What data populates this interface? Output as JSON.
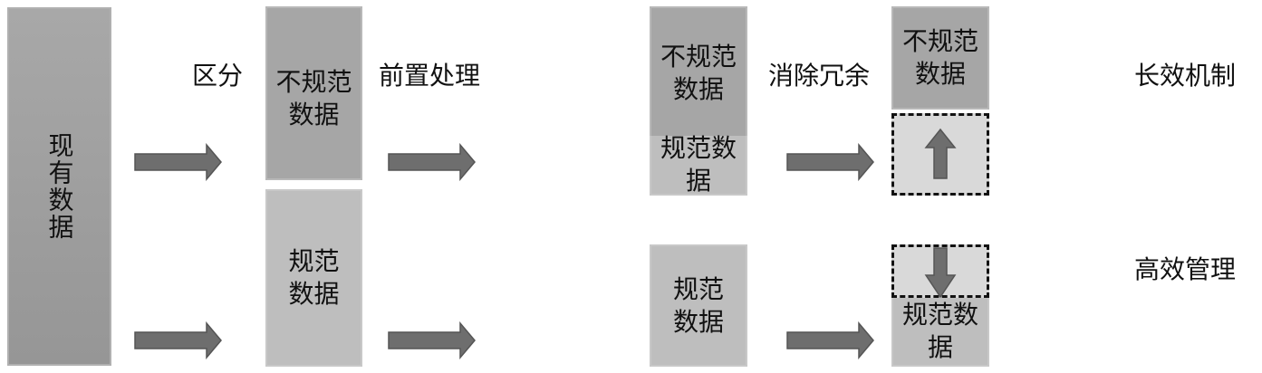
{
  "existing_data": "现有数据",
  "steps": {
    "distinguish": "区分",
    "preprocess": "前置处理",
    "remove_redundancy": "消除冗余",
    "long_term_mechanism": "长效机制",
    "efficient_management": "高效管理"
  },
  "stage2": {
    "nonstandard": "不规范\n数据",
    "standard": "规范\n数据"
  },
  "stage3": {
    "nonstandard": "不规范\n数据",
    "standard_part": "规范数据",
    "standard": "规范\n数据"
  },
  "stage4": {
    "nonstandard": "不规范\n数据",
    "standard": "规范数据"
  },
  "colors": {
    "dark_box": "#a6a6a6",
    "light_box": "#bebebe",
    "dashed_box": "#d9d9d9",
    "arrow": "#6e6e6e"
  }
}
